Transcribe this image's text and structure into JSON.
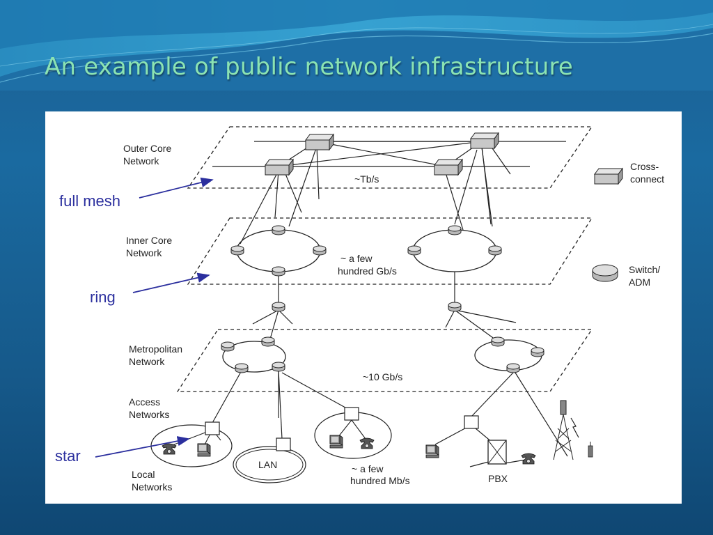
{
  "slide": {
    "title": "An example of public network infrastructure"
  },
  "diagram": {
    "layers": {
      "outer_core": {
        "label_line1": "Outer Core",
        "label_line2": "Network",
        "rate": "~Tb/s"
      },
      "inner_core": {
        "label_line1": "Inner Core",
        "label_line2": "Network",
        "rate_line1": "~ a few",
        "rate_line2": "hundred Gb/s"
      },
      "metro": {
        "label_line1": "Metropolitan",
        "label_line2": "Network",
        "rate": "~10 Gb/s"
      },
      "access": {
        "label_line1": "Access",
        "label_line2": "Networks"
      },
      "local": {
        "label_line1": "Local",
        "label_line2": "Networks",
        "rate_line1": "~ a few",
        "rate_line2": "hundred Mb/s"
      }
    },
    "legend": {
      "crossconnect_line1": "Cross-",
      "crossconnect_line2": "connect",
      "switch_line1": "Switch/",
      "switch_line2": "ADM"
    },
    "callouts": {
      "full_mesh": "full mesh",
      "ring": "ring",
      "star": "star"
    },
    "devices": {
      "lan": "LAN",
      "pbx": "PBX"
    },
    "colors": {
      "callout": "#2b2f9e",
      "line": "#222222",
      "device_fill": "#c8c8c8"
    }
  }
}
